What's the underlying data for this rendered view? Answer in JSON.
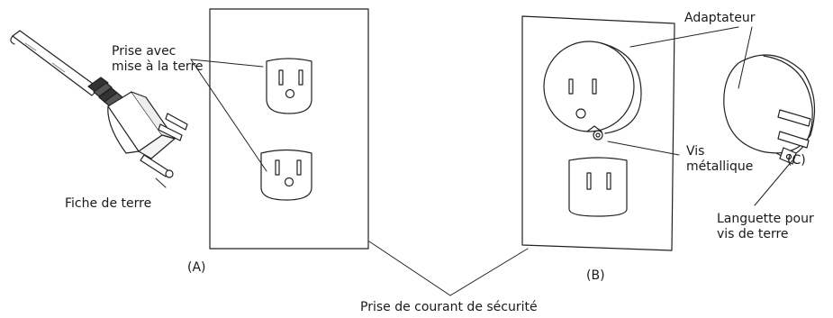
{
  "labels": {
    "grounded_outlet": [
      "Prise avec",
      "mise à la terre"
    ],
    "ground_pin": "Fiche de terre",
    "adapter": "Adaptateur",
    "metal_screw": [
      "Vis",
      "métallique"
    ],
    "ground_tab": [
      "Languette pour",
      "vis de terre"
    ],
    "safety_outlet": "Prise de courant de sécurité",
    "panel_a": "(A)",
    "panel_b": "(B)",
    "panel_c": "(C)"
  }
}
